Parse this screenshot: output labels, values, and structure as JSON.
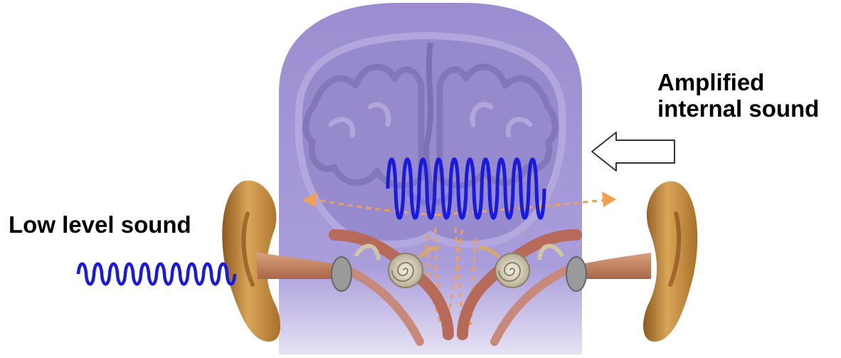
{
  "labels": {
    "low_level_sound": "Low level sound",
    "amplified_line1": "Amplified",
    "amplified_line2": "internal sound"
  },
  "colors": {
    "head": "#9e8fd0",
    "brain": "#a597d6",
    "brain_fold": "#7f71ba",
    "wave": "#1a1adf",
    "dashed_path": "#f0a050",
    "ear_skin": "#c98c3c",
    "ear_canal": "#c88a6a",
    "cochlea": "#e8e0c8",
    "arrow_fill": "#ffffff",
    "arrow_stroke": "#333333"
  },
  "icons": {
    "head": "head-silhouette",
    "brain": "brain-cross-section",
    "left_ear": "ear-icon",
    "right_ear": "ear-icon",
    "arrow": "left-arrow-icon"
  }
}
